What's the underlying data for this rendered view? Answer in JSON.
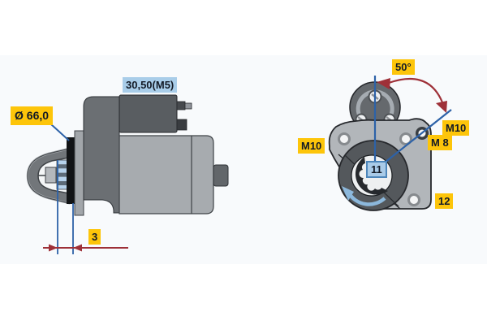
{
  "diagram": {
    "type": "technical-drawing-starter-motor",
    "side_view": {
      "labels": {
        "diameter": "Ø 66,0",
        "solenoid_thread": "30,50(M5)",
        "pinion_dimension": "3"
      }
    },
    "front_view": {
      "labels": {
        "mounting_angle": "50°",
        "bolt_left": "M10",
        "bolt_right_top": "M10",
        "bolt_right_bottom": "M 8",
        "callout_center": "11",
        "callout_corner": "12"
      }
    },
    "icons": {
      "rotation_arrow": "curved-counterclockwise-arrow",
      "angle_arc": "double-headed-arc-arrow",
      "dimension_line": "inward-pointing-dimension-arrows",
      "leader_line": "blue-leader-line"
    },
    "colors": {
      "label_yellow": "#fdc50a",
      "label_blue": "#a9cde9",
      "callout_border": "#4d86ba",
      "leader_blue": "#2d62a8",
      "dimension_red": "#9e3038",
      "rotation_arrow_blue": "#8cb8dc",
      "panel_background": "#f8fafc"
    }
  }
}
